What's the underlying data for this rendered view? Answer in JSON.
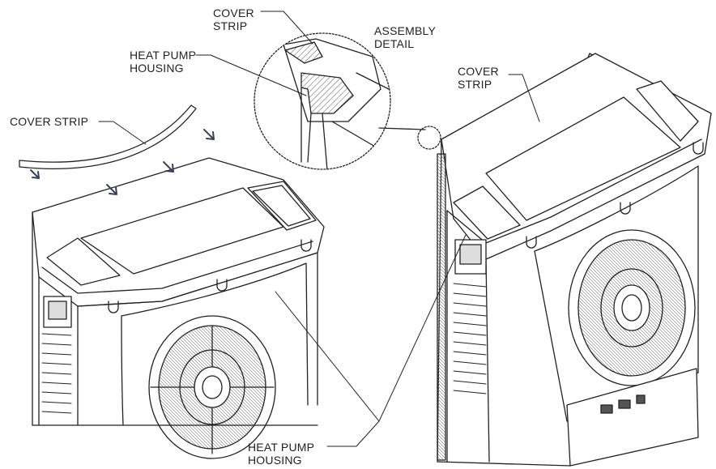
{
  "labels": {
    "cover_strip_top": [
      "COVER",
      "STRIP"
    ],
    "assembly_detail": [
      "ASSEMBLY",
      "DETAIL"
    ],
    "heat_pump_housing_top": [
      "HEAT PUMP",
      "HOUSING"
    ],
    "cover_strip_left": "COVER STRIP",
    "cover_strip_right": [
      "COVER",
      "STRIP"
    ],
    "heat_pump_housing_bottom": [
      "HEAT PUMP",
      "HOUSING"
    ]
  },
  "colors": {
    "line": "#222222",
    "arrow": "#3a3f55",
    "panel_shade": "#e6e6e6",
    "hatch": "#555555"
  }
}
